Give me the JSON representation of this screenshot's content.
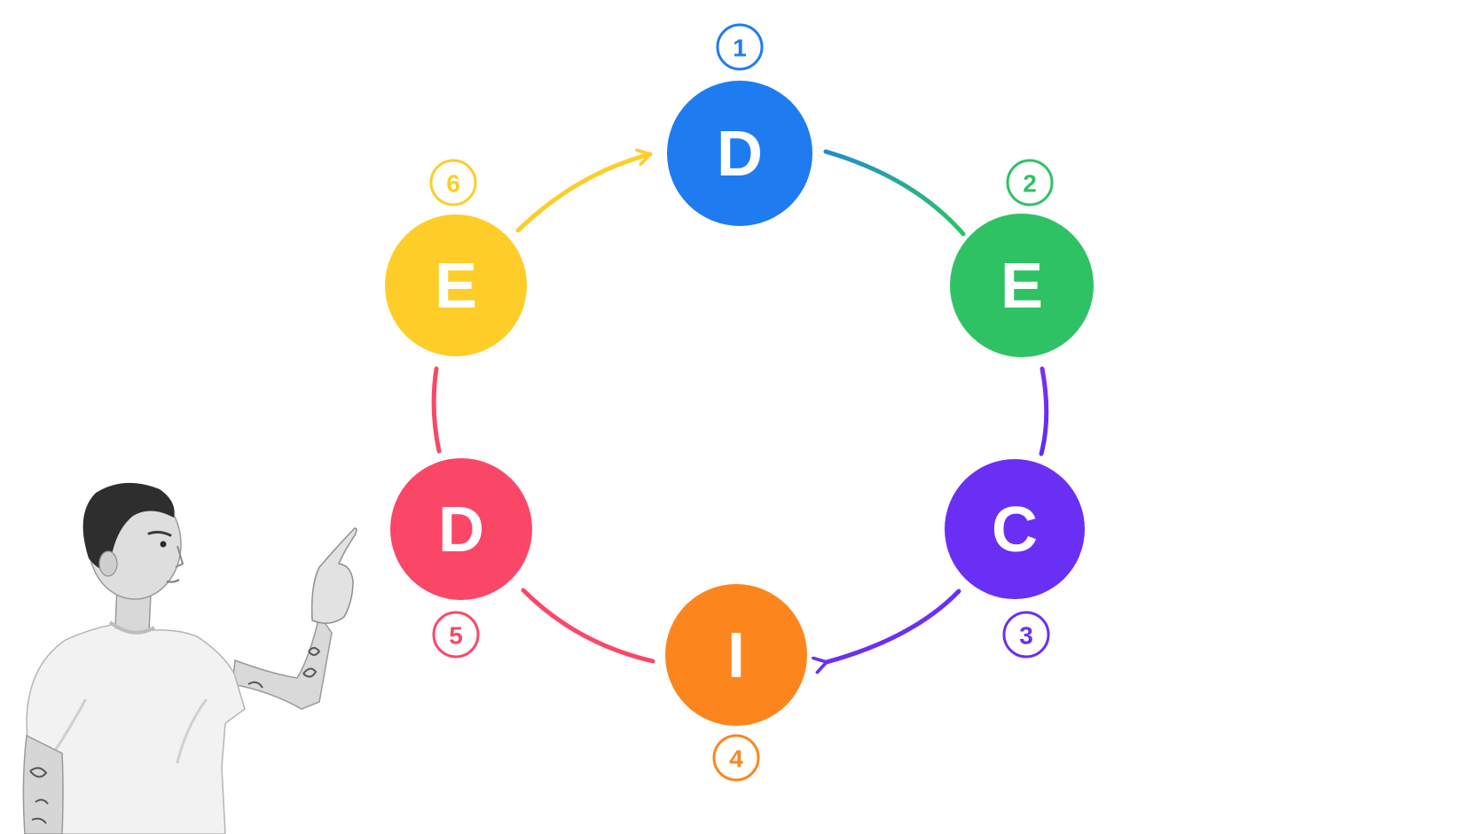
{
  "diagram": {
    "type": "cycle",
    "steps": [
      {
        "order": "1",
        "letter": "D",
        "color": "#1f7bf0"
      },
      {
        "order": "2",
        "letter": "E",
        "color": "#2fc265"
      },
      {
        "order": "3",
        "letter": "C",
        "color": "#6a2ff5"
      },
      {
        "order": "4",
        "letter": "I",
        "color": "#fc861d"
      },
      {
        "order": "5",
        "letter": "D",
        "color": "#fb4767"
      },
      {
        "order": "6",
        "letter": "E",
        "color": "#fecd27"
      }
    ]
  },
  "person_illustration": {
    "style": "black-and-white photo",
    "gesture": "pointing-up"
  }
}
